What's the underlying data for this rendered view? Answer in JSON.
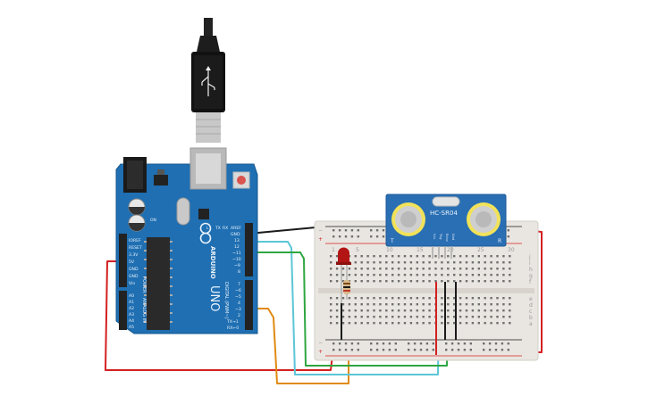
{
  "colors": {
    "board_blue": "#1f6fb2",
    "board_blue_dark": "#17588f",
    "breadboard": "#e9e6e1",
    "sensor_blue": "#2a6fb4",
    "sensor_ring": "#f2e25a",
    "wire_red": "#d42020",
    "wire_black": "#1a1a1a",
    "wire_orange": "#e08a14",
    "wire_cyan": "#5cc6d6",
    "wire_green": "#2ea640",
    "led_red": "#b31414"
  },
  "arduino": {
    "logo_text": "ARDUINO",
    "model_text": "UNO",
    "power_header_title": "POWER",
    "analog_header_title": "ANALOG IN",
    "digital_header_title": "DIGITAL (PWM~)",
    "power_pins": [
      "IOREF",
      "RESET",
      "3.3V",
      "5V",
      "GND",
      "GND",
      "Vin"
    ],
    "analog_pins": [
      "A0",
      "A1",
      "A2",
      "A3",
      "A4",
      "A5"
    ],
    "digital_pins_top": [
      "AREF",
      "GND",
      "13",
      "12",
      "~11",
      "~10",
      "~9",
      "8"
    ],
    "digital_pins_bottom": [
      "7",
      "~6",
      "~5",
      "4",
      "~3",
      "2",
      "TX→1",
      "RX←0"
    ],
    "led_labels": [
      "L",
      "TX",
      "RX",
      "ON"
    ]
  },
  "sensor": {
    "label": "HC-SR04",
    "pin_labels": [
      "Vcc",
      "Trig",
      "Echo",
      "Gnd"
    ],
    "side_labels": [
      "T",
      "R"
    ]
  },
  "breadboard": {
    "column_numbers": [
      "1",
      "5",
      "10",
      "15",
      "20",
      "25",
      "30"
    ],
    "row_letters_top": [
      "j",
      "i",
      "h",
      "g",
      "f"
    ],
    "row_letters_bottom": [
      "e",
      "d",
      "c",
      "b",
      "a"
    ],
    "rail_signs": [
      "−",
      "+"
    ]
  },
  "icons": [
    "usb-plug-icon",
    "arduino-infinity-logo-icon",
    "reset-button-icon"
  ]
}
